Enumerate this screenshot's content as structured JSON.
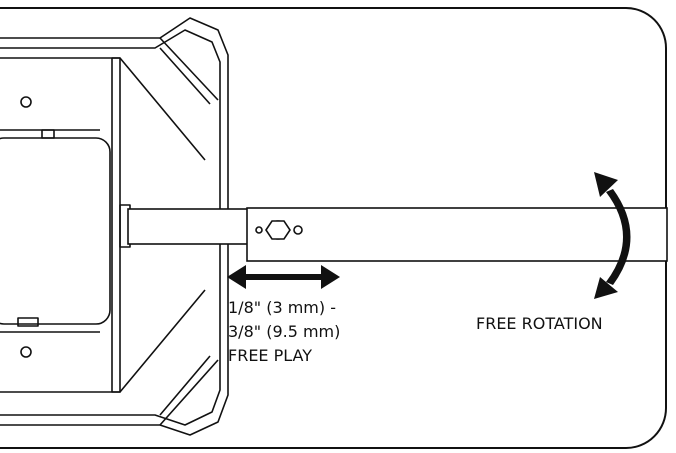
{
  "diagram": {
    "play_label": {
      "line1": "1/8\" (3 mm) -",
      "line2": "3/8\" (9.5 mm)",
      "line3": "FREE PLAY"
    },
    "rotation_label": "FREE ROTATION"
  },
  "colors": {
    "stroke": "#111111",
    "background": "#ffffff"
  }
}
